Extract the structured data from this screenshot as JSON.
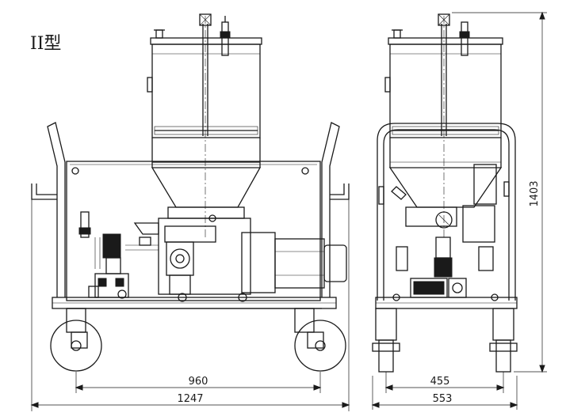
{
  "title": "II型",
  "dimensions": {
    "wheelbase_front": "960",
    "overall_length": "1247",
    "wheel_track_side": "455",
    "overall_width": "553",
    "overall_height": "1403"
  },
  "colors": {
    "line": "#1a1a1a",
    "background": "#ffffff"
  }
}
